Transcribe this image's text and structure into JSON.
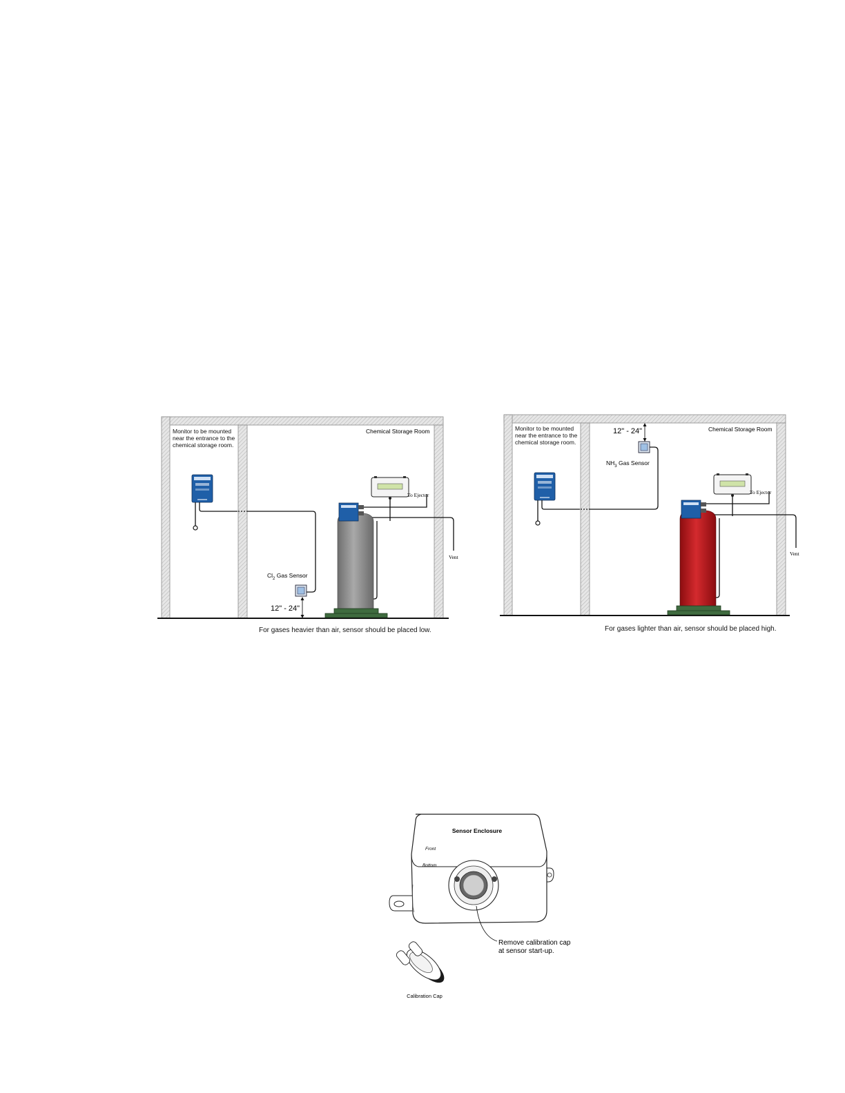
{
  "heavier_diagram": {
    "monitor_note": [
      "Monitor to be mounted",
      "near the entrance to the",
      "chemical storage room."
    ],
    "room_label": "Chemical Storage Room",
    "ejector_label": "To Ejector",
    "vent_label": "Vent",
    "sensor_label_prefix": "Cl",
    "sensor_label_subscript": "2",
    "sensor_label_suffix": " Gas Sensor",
    "height_label": "12\" - 24\"",
    "cylinder_color": "#8e8e8e",
    "caption": "For gases heavier than air, sensor should be placed low."
  },
  "lighter_diagram": {
    "monitor_note": [
      "Monitor to be mounted",
      "near the entrance to the",
      "chemical storage room."
    ],
    "room_label": "Chemical Storage Room",
    "ejector_label": "To Ejector",
    "vent_label": "Vent",
    "sensor_label_prefix": "NH",
    "sensor_label_subscript": "3",
    "sensor_label_suffix": " Gas Sensor",
    "height_label": "12\" - 24\"",
    "cylinder_color": "#c0181c",
    "caption": "For gases lighter than air, sensor should be placed high."
  },
  "enclosure_figure": {
    "title": "Sensor Enclosure",
    "front_label": "Front",
    "bottom_label": "Bottom",
    "callout_lines": [
      "Remove calibration cap",
      "at sensor start-up."
    ],
    "cap_label": "Calibration Cap"
  },
  "colors": {
    "monitor_blue": "#1f5fa8",
    "base_green": "#3f6b3f",
    "wall_hatch": "#bdbdbd"
  }
}
